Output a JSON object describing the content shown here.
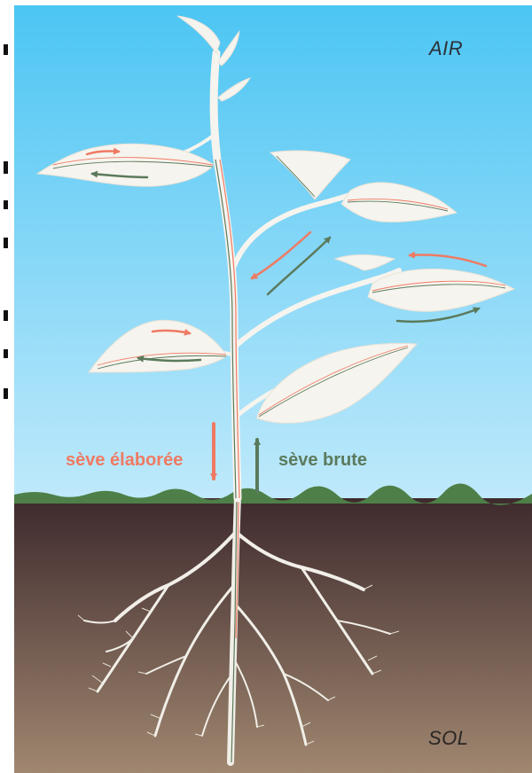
{
  "labels": {
    "air": "AIR",
    "sol": "SOL",
    "seve_elaboree": "sève élaborée",
    "seve_brute": "sève brute"
  },
  "colors": {
    "sky_top": "#4cc5f3",
    "sky_bottom": "#bfe9fb",
    "soil_top": "#3e2a2d",
    "soil_bottom": "#a08770",
    "grass": "#4e7f48",
    "plant": "#f6f4ee",
    "seve_elaboree": "#ef7a63",
    "seve_brute": "#5b7a5c"
  }
}
